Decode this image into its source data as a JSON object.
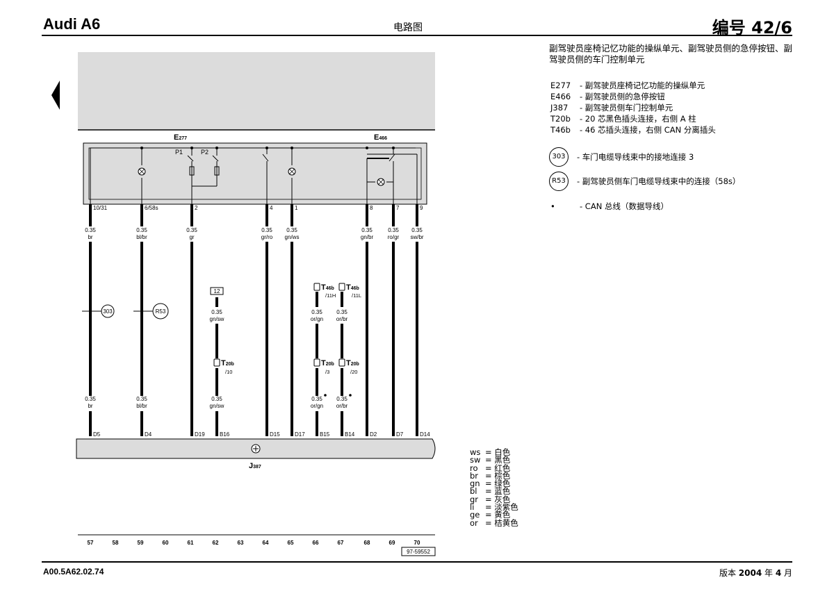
{
  "header": {
    "brand": "Audi A6",
    "center": "电路图",
    "number": "编号 42/6"
  },
  "footer": {
    "code": "A00.5A62.02.74",
    "version_prefix": "版本 ",
    "version_year": "2004",
    "version_mid": " 年 ",
    "version_month": "4",
    "version_suffix": " 月"
  },
  "description": {
    "title": "副驾驶员座椅记忆功能的操纵单元、副驾驶员侧的急停按钮、副驾驶员侧的车门控制单元"
  },
  "legend": [
    {
      "code": "E277",
      "text": "- 副驾驶员座椅记忆功能的操纵单元"
    },
    {
      "code": "E466",
      "text": "- 副驾驶员侧的急停按钮"
    },
    {
      "code": "J387",
      "text": "- 副驾驶员侧车门控制单元"
    },
    {
      "code": "T20b",
      "text": "- 20 芯黑色插头连接，右侧 A 柱"
    },
    {
      "code": "T46b",
      "text": "- 46 芯插头连接，右侧 CAN 分离插头"
    }
  ],
  "circles": [
    {
      "code": "303",
      "text": "- 车门电缆导线束中的接地连接 3"
    },
    {
      "code": "R53",
      "text": "- 副驾驶员侧车门电缆导线束中的连接（58s）"
    }
  ],
  "can_note": {
    "symbol": "•",
    "text": "- CAN 总线（数据导线）"
  },
  "colors": [
    {
      "k": "ws",
      "v": "= 白色"
    },
    {
      "k": "sw",
      "v": "= 黑色"
    },
    {
      "k": "ro",
      "v": "= 红色"
    },
    {
      "k": "br",
      "v": "= 棕色"
    },
    {
      "k": "gn",
      "v": "= 绿色"
    },
    {
      "k": "bl",
      "v": "= 蓝色"
    },
    {
      "k": "gr",
      "v": "= 灰色"
    },
    {
      "k": "li",
      "v": "= 淡紫色"
    },
    {
      "k": "ge",
      "v": "= 黄色"
    },
    {
      "k": "or",
      "v": "= 桔黄色"
    }
  ],
  "diagram": {
    "comp_e277": "E",
    "comp_e277_sub": "277",
    "comp_e466": "E",
    "comp_e466_sub": "466",
    "comp_j387": "J",
    "comp_j387_sub": "387",
    "p1": "P1",
    "p2": "P2",
    "top_pins": [
      "10/31",
      "6/58s",
      "2",
      "4",
      "1",
      "8",
      "7",
      "9"
    ],
    "top_wires": [
      {
        "size": "0.35",
        "color": "br"
      },
      {
        "size": "0.35",
        "color": "bl/br"
      },
      {
        "size": "0.35",
        "color": "gr"
      },
      {
        "size": "0.35",
        "color": "gr/ro"
      },
      {
        "size": "0.35",
        "color": "gn/ws"
      },
      {
        "size": "0.35",
        "color": "gn/br"
      },
      {
        "size": "0.35",
        "color": "ro/gr"
      },
      {
        "size": "0.35",
        "color": "sw/br"
      }
    ],
    "bottom_wires": [
      {
        "size": "0.35",
        "color": "br"
      },
      {
        "size": "0.35",
        "color": "bl/br"
      },
      {
        "size": "0.35",
        "color": "gn/sw"
      },
      {
        "size": "0.35",
        "color": "or/gn"
      },
      {
        "size": "0.35",
        "color": "or/br"
      }
    ],
    "mid_wires": [
      {
        "size": "0.35",
        "color": "gn/sw"
      },
      {
        "size": "0.35",
        "color": "or/gn"
      },
      {
        "size": "0.35",
        "color": "or/br"
      }
    ],
    "bottom_pins": [
      "D5",
      "D4",
      "D19",
      "B16",
      "D15",
      "D17",
      "B15",
      "B14",
      "D2",
      "D7",
      "D14"
    ],
    "ground_303": "303",
    "conn_r53": "R53",
    "box_12": "12",
    "t46b_l": "T",
    "t46b_l_sub": "46b",
    "t46b_l_pin": "/11H",
    "t46b_r": "T",
    "t46b_r_sub": "46b",
    "t46b_r_pin": "/11L",
    "t20b_a": "T",
    "t20b_a_sub": "20b",
    "t20b_a_pin": "/10",
    "t20b_b": "T",
    "t20b_b_sub": "20b",
    "t20b_b_pin": "/3",
    "t20b_c": "T",
    "t20b_c_sub": "20b",
    "t20b_c_pin": "/20",
    "ruler": [
      "57",
      "58",
      "59",
      "60",
      "61",
      "62",
      "63",
      "64",
      "65",
      "66",
      "67",
      "68",
      "69",
      "70"
    ],
    "drawing_no": "97-59552"
  }
}
